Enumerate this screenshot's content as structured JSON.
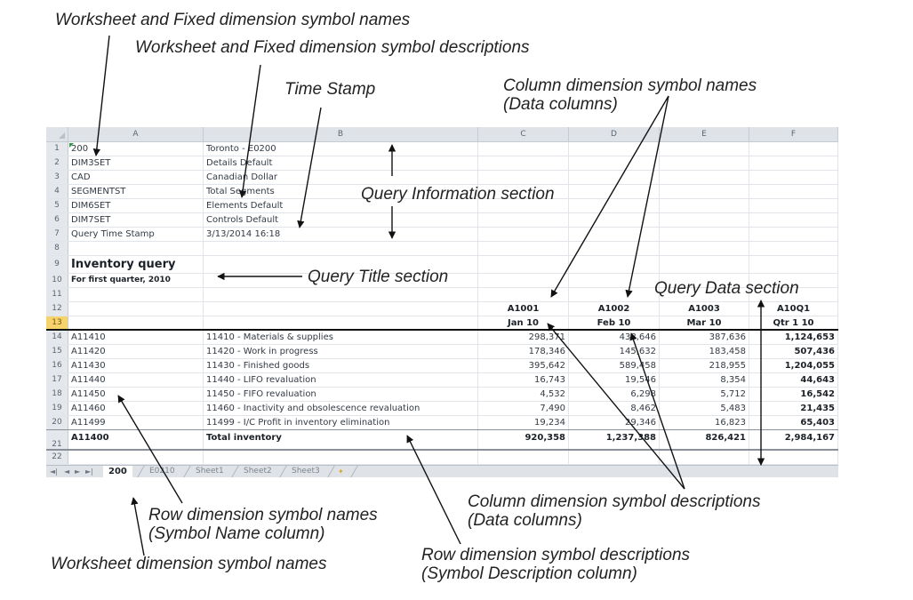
{
  "spreadsheet": {
    "column_headers": [
      "A",
      "B",
      "C",
      "D",
      "E",
      "F"
    ],
    "rows": [
      {
        "num": "1",
        "a": "200",
        "b": "Toronto - E0200"
      },
      {
        "num": "2",
        "a": "DIM3SET",
        "b": "Details Default"
      },
      {
        "num": "3",
        "a": "CAD",
        "b": "Canadian Dollar"
      },
      {
        "num": "4",
        "a": "SEGMENTST",
        "b": "Total Segments"
      },
      {
        "num": "5",
        "a": "DIM6SET",
        "b": "Elements Default"
      },
      {
        "num": "6",
        "a": "DIM7SET",
        "b": "Controls Default"
      },
      {
        "num": "7",
        "a": "Query Time Stamp",
        "b": "3/13/2014 16:18"
      },
      {
        "num": "8"
      },
      {
        "num": "9",
        "a": "Inventory query"
      },
      {
        "num": "10",
        "a": "For first quarter, 2010"
      },
      {
        "num": "11"
      },
      {
        "num": "12",
        "c": "A1001",
        "d": "A1002",
        "e": "A1003",
        "f": "A10Q1"
      },
      {
        "num": "13",
        "c": "Jan 10",
        "d": "Feb 10",
        "e": "Mar 10",
        "f": "Qtr 1 10"
      },
      {
        "num": "14",
        "a": "A11410",
        "b": "11410 - Materials & supplies",
        "c": "298,371",
        "d": "438,646",
        "e": "387,636",
        "f": "1,124,653"
      },
      {
        "num": "15",
        "a": "A11420",
        "b": "11420 - Work in progress",
        "c": "178,346",
        "d": "145,632",
        "e": "183,458",
        "f": "507,436"
      },
      {
        "num": "16",
        "a": "A11430",
        "b": "11430 - Finished goods",
        "c": "395,642",
        "d": "589,458",
        "e": "218,955",
        "f": "1,204,055"
      },
      {
        "num": "17",
        "a": "A11440",
        "b": "11440 - LIFO revaluation",
        "c": "16,743",
        "d": "19,546",
        "e": "8,354",
        "f": "44,643"
      },
      {
        "num": "18",
        "a": "A11450",
        "b": "11450 - FIFO revaluation",
        "c": "4,532",
        "d": "6,298",
        "e": "5,712",
        "f": "16,542"
      },
      {
        "num": "19",
        "a": "A11460",
        "b": "11460 - Inactivity and obsolescence revaluation",
        "c": "7,490",
        "d": "8,462",
        "e": "5,483",
        "f": "21,435"
      },
      {
        "num": "20",
        "a": "A11499",
        "b": "11499 - I/C Profit in inventory elimination",
        "c": "19,234",
        "d": "29,346",
        "e": "16,823",
        "f": "65,403"
      },
      {
        "num": "21",
        "a": "A11400",
        "b": "Total inventory",
        "c": "920,358",
        "d": "1,237,388",
        "e": "826,421",
        "f": "2,984,167"
      },
      {
        "num": "22"
      }
    ],
    "sheet_tabs": [
      "200",
      "E0210",
      "Sheet1",
      "Sheet2",
      "Sheet3"
    ],
    "active_tab": "200",
    "nav_icons": [
      "first-sheet-icon",
      "prev-sheet-icon",
      "next-sheet-icon",
      "last-sheet-icon"
    ],
    "insert_sheet_icon": "insert-worksheet-icon",
    "selected_row": "13",
    "colors": {
      "header_bg": "#dfe3e8",
      "selected_row_header": "#f7d46b",
      "grid_line": "#e1e4e8",
      "corner_marker": "#2e9a48"
    }
  },
  "annotations": {
    "ws_fixed_names": "Worksheet and Fixed dimension symbol names",
    "ws_fixed_descriptions": "Worksheet and Fixed dimension symbol descriptions",
    "time_stamp": "Time Stamp",
    "col_names_line1": "Column dimension symbol names",
    "col_names_line2": "(Data columns)",
    "query_info": "Query Information section",
    "query_title": "Query Title section",
    "query_data": "Query Data section",
    "col_desc_line1": "Column dimension symbol descriptions",
    "col_desc_line2": "(Data columns)",
    "row_names_line1": "Row dimension symbol names",
    "row_names_line2": "(Symbol Name column)",
    "ws_dim_names": "Worksheet dimension symbol names",
    "row_desc_line1": "Row dimension symbol descriptions",
    "row_desc_line2": "(Symbol Description column)"
  }
}
